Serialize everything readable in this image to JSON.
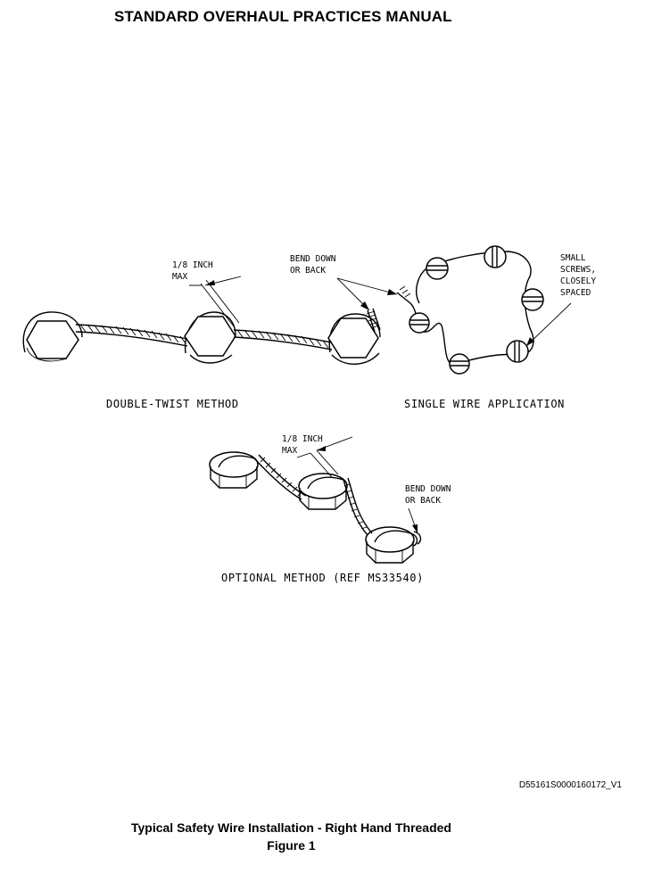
{
  "header": {
    "title": "STANDARD OVERHAUL PRACTICES MANUAL"
  },
  "figure": {
    "double_twist": {
      "dimension_label_1": "1/8 INCH",
      "dimension_label_2": "MAX",
      "bend_label_1": "BEND DOWN",
      "bend_label_2": "OR BACK",
      "method_label": "DOUBLE-TWIST METHOD"
    },
    "single_wire": {
      "note_1": "SMALL",
      "note_2": "SCREWS,",
      "note_3": "CLOSELY",
      "note_4": "SPACED",
      "method_label": "SINGLE WIRE APPLICATION"
    },
    "optional": {
      "dimension_label_1": "1/8 INCH",
      "dimension_label_2": "MAX",
      "bend_label_1": "BEND DOWN",
      "bend_label_2": "OR BACK",
      "method_label": "OPTIONAL METHOD (REF MS33540)"
    }
  },
  "doc_id": "D55161S0000160172_V1",
  "caption": {
    "line1": "Typical Safety Wire Installation - Right Hand Threaded",
    "line2": "Figure 1"
  }
}
